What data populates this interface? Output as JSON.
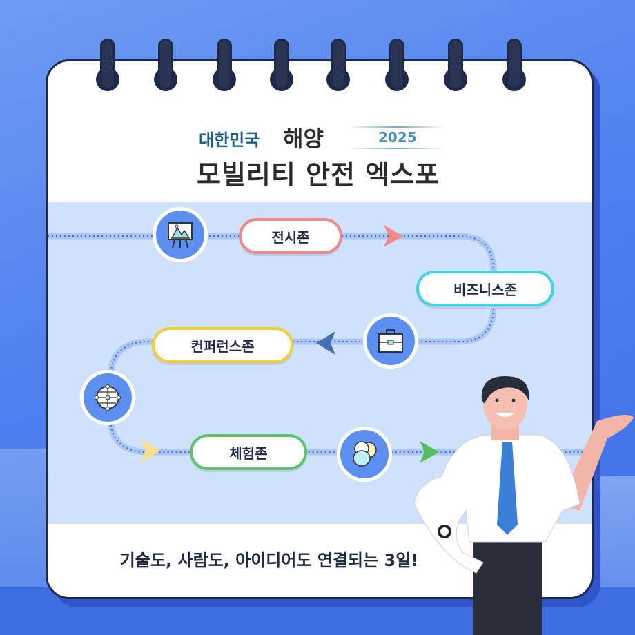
{
  "header": {
    "title_line1_a": "대한민국",
    "title_line1_b": "해양",
    "year": "2025",
    "title_line2": "모빌리티 안전 엑스포"
  },
  "zones": [
    {
      "label": "전시존",
      "icon": "easel-icon",
      "color": "#f08a8a"
    },
    {
      "label": "비즈니스존",
      "icon": "briefcase-icon",
      "color": "#3fd4e0"
    },
    {
      "label": "컨퍼런스존",
      "icon": "globe-network-icon",
      "color": "#f5cc3a"
    },
    {
      "label": "체험존",
      "icon": "speech-bubbles-icon",
      "color": "#5ec46a"
    }
  ],
  "tagline": "기술도, 사람도, 아이디어도 연결되는 3일!"
}
